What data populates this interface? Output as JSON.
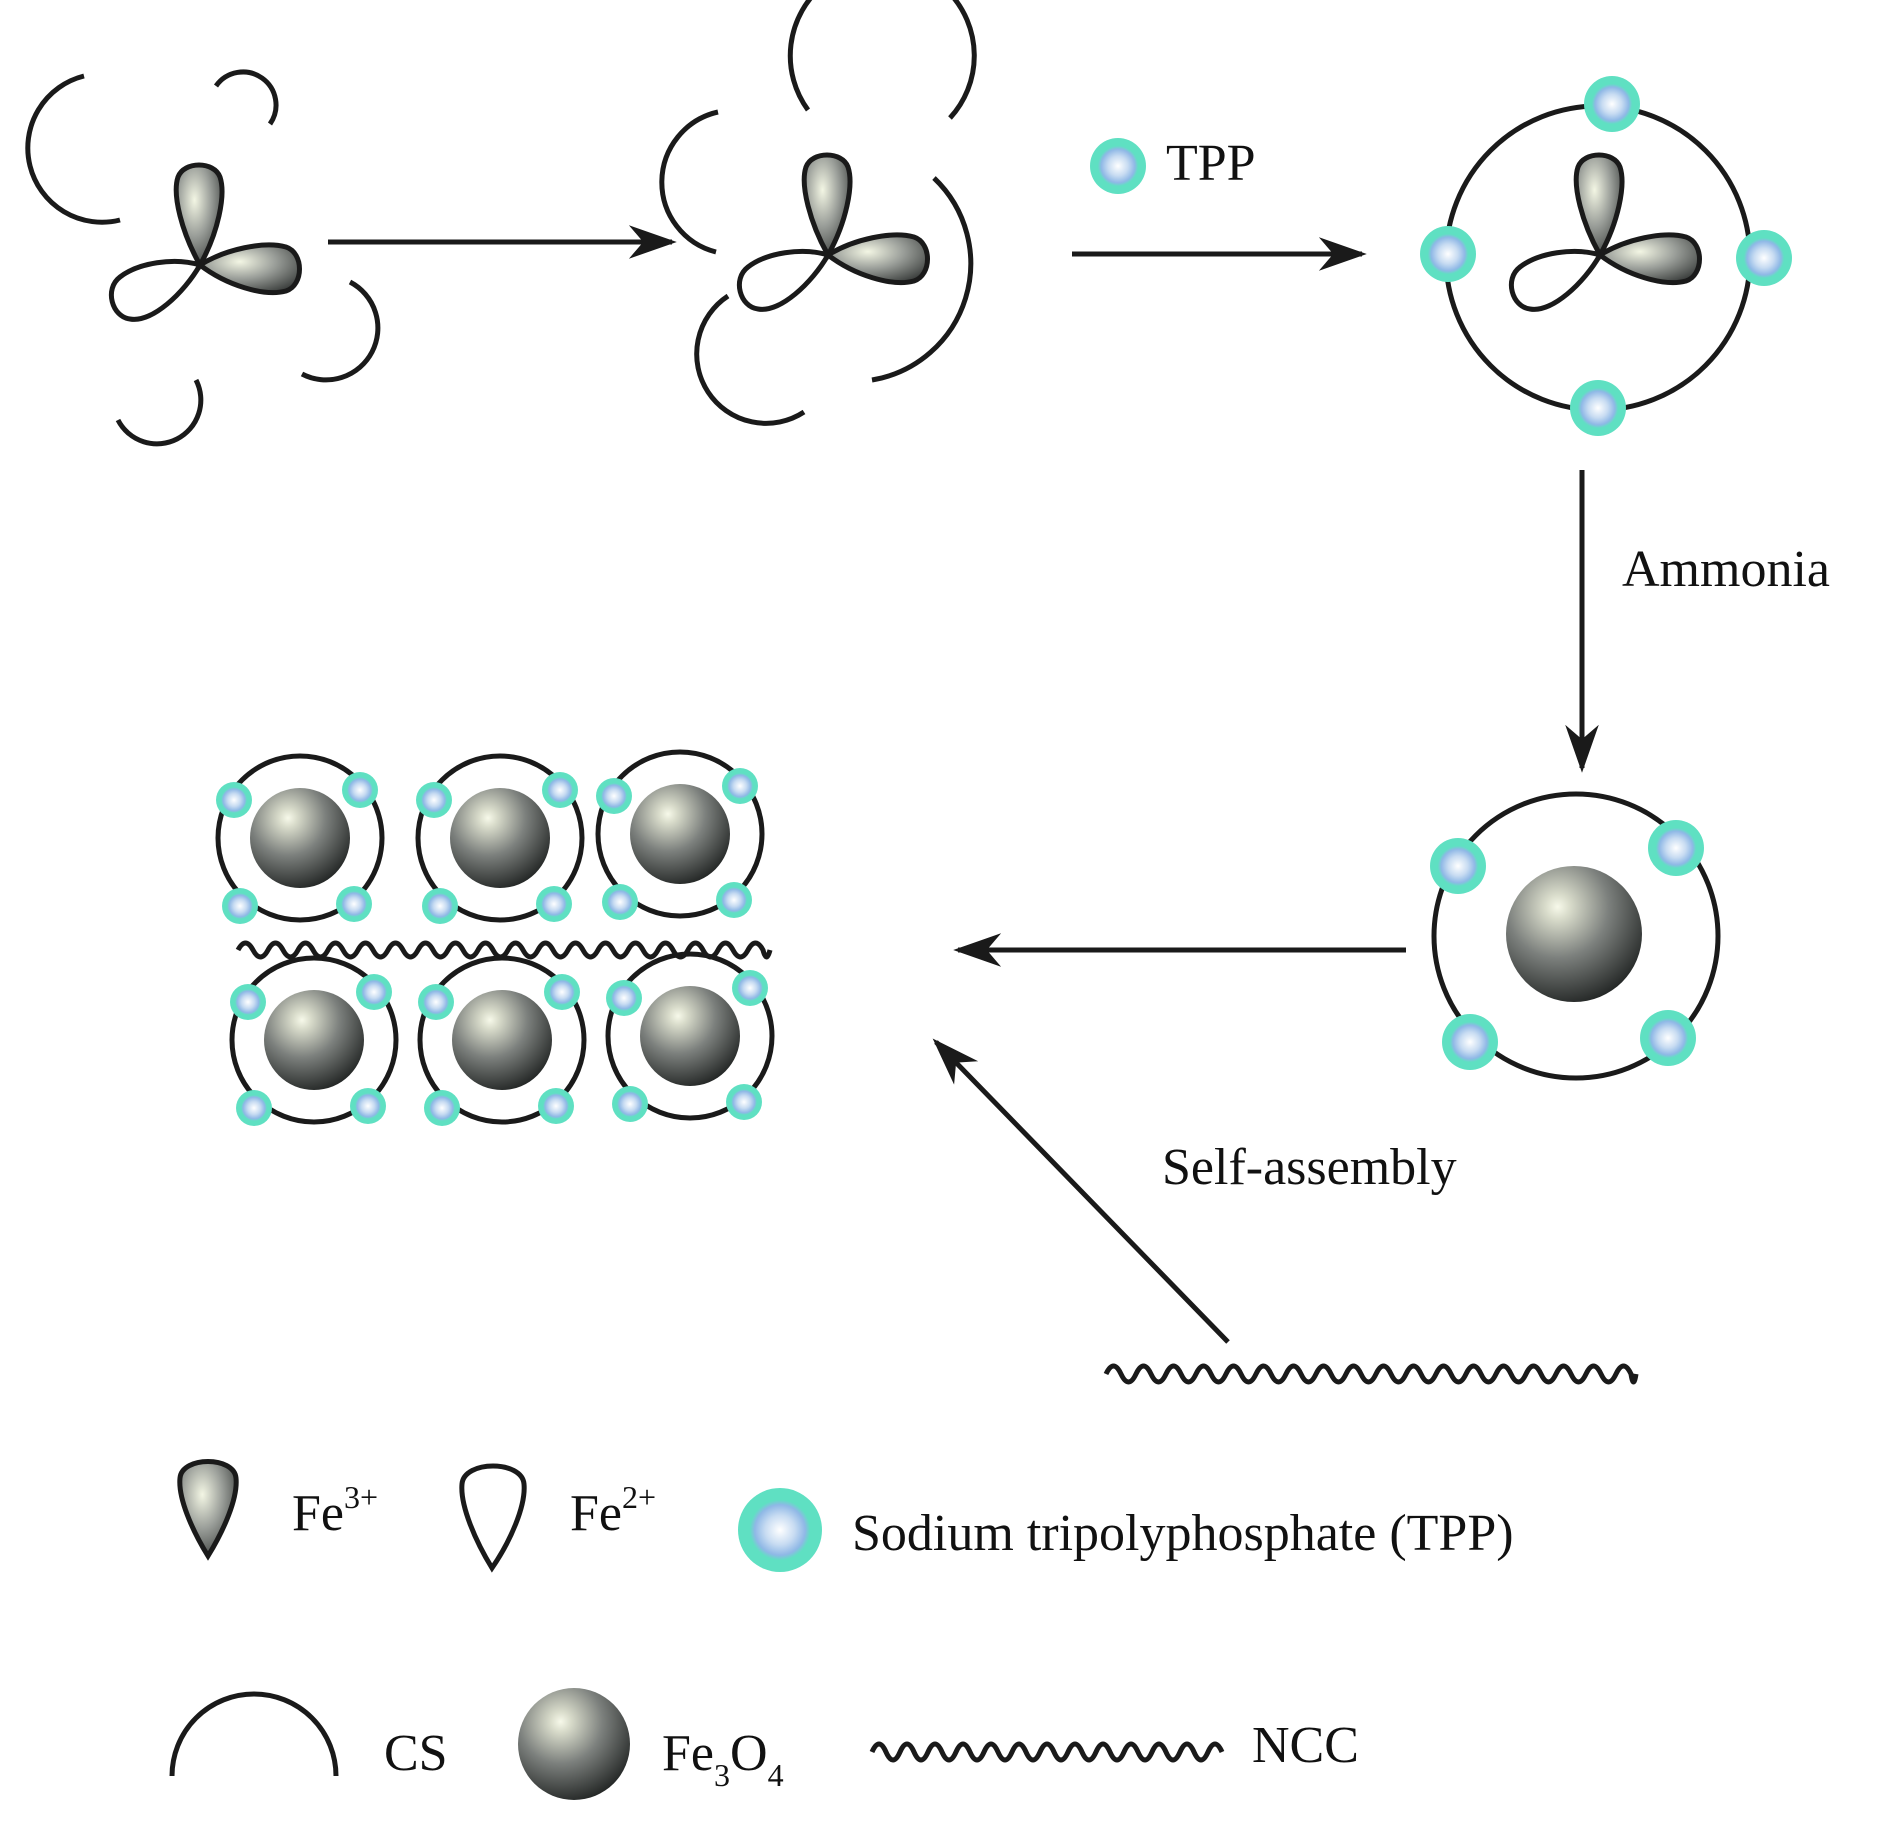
{
  "labels": {
    "tpp": "TPP",
    "ammonia": "Ammonia",
    "self_assembly": "Self-assembly"
  },
  "legend": {
    "fe3": {
      "base": "Fe",
      "sup": "3+"
    },
    "fe2": {
      "base": "Fe",
      "sup": "2+"
    },
    "tpp_full": "Sodium tripolyphosphate (TPP)",
    "cs": "CS",
    "fe3o4": {
      "fe": "Fe",
      "s1": "3",
      "o": "O",
      "s2": "4"
    },
    "ncc": "NCC"
  },
  "colors": {
    "line": "#1a1a1a",
    "tpp_ring": "#5ee0c0",
    "tpp_core": "#cfe0f4",
    "sphere_dark": "#2a2d2c",
    "sphere_light": "#f4f7e6"
  }
}
